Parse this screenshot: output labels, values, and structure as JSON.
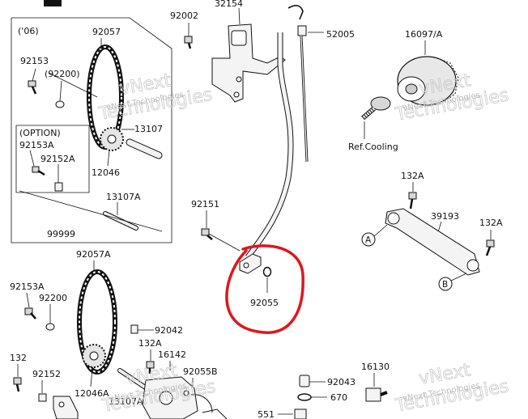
{
  "labels": {
    "p32154": "32154",
    "p92002": "92002",
    "p52005": "52005",
    "p16097a": "16097/A",
    "year06": "('06)",
    "p92057": "92057",
    "p92153": "92153",
    "p92200a": "(92200)",
    "option": "(OPTION)",
    "p92153a_top": "92153A",
    "p92152a": "92152A",
    "p13107": "13107",
    "p12046": "12046",
    "p13107a_top": "13107A",
    "p99999": "99999",
    "refcooling": "Ref.Cooling",
    "p132a_1": "132A",
    "p39193": "39193",
    "p132a_2": "132A",
    "circleA": "A",
    "circleB": "B",
    "p92151": "92151",
    "p92055": "92055",
    "p92057a": "92057A",
    "p92153a_bot": "92153A",
    "p92200": "92200",
    "p92042": "92042",
    "p132a_3": "132A",
    "p16142": "16142",
    "p132": "132",
    "p92152": "92152",
    "p92055b": "92055B",
    "p12046a": "12046A",
    "p13107a_bot": "13107A",
    "p16130": "16130",
    "p92043": "92043",
    "p670": "670",
    "p551": "551"
  },
  "watermarks": {
    "w1_line1": "vNext",
    "w1_line2": "Technologies",
    "w1_small": "vNext Technologies",
    "w2_line1": "vNext",
    "w2_line2": "Technologies",
    "w2_small": "vNext Technologies",
    "w3_line1": "vNext",
    "w3_line2": "Technologies",
    "w3_small": "vNext Technologies",
    "w4_line1": "vNext",
    "w4_line2": "Technologies",
    "w4_small": "vNext Technologies"
  },
  "colors": {
    "highlight_circle": "#e0161b",
    "line": "#111111",
    "watermark": "#c8c8c8"
  }
}
